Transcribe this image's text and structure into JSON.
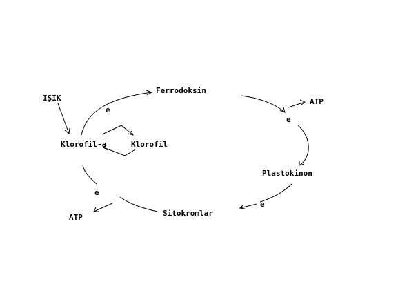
{
  "labels": {
    "light": "IŞIK",
    "chlorophyll_a": "Klorofil-a",
    "chlorophyll": "Klorofil",
    "ferredoxin": "Ferrodoksin",
    "plastoquinone": "Plastokinon",
    "cytochromes": "Sitokromlar",
    "atp_top": "ATP",
    "atp_bottom": "ATP",
    "electron_1": "e",
    "electron_2": "e",
    "electron_3": "e",
    "electron_4": "e"
  },
  "colors": {
    "stroke": "#000000",
    "background": "#ffffff"
  }
}
